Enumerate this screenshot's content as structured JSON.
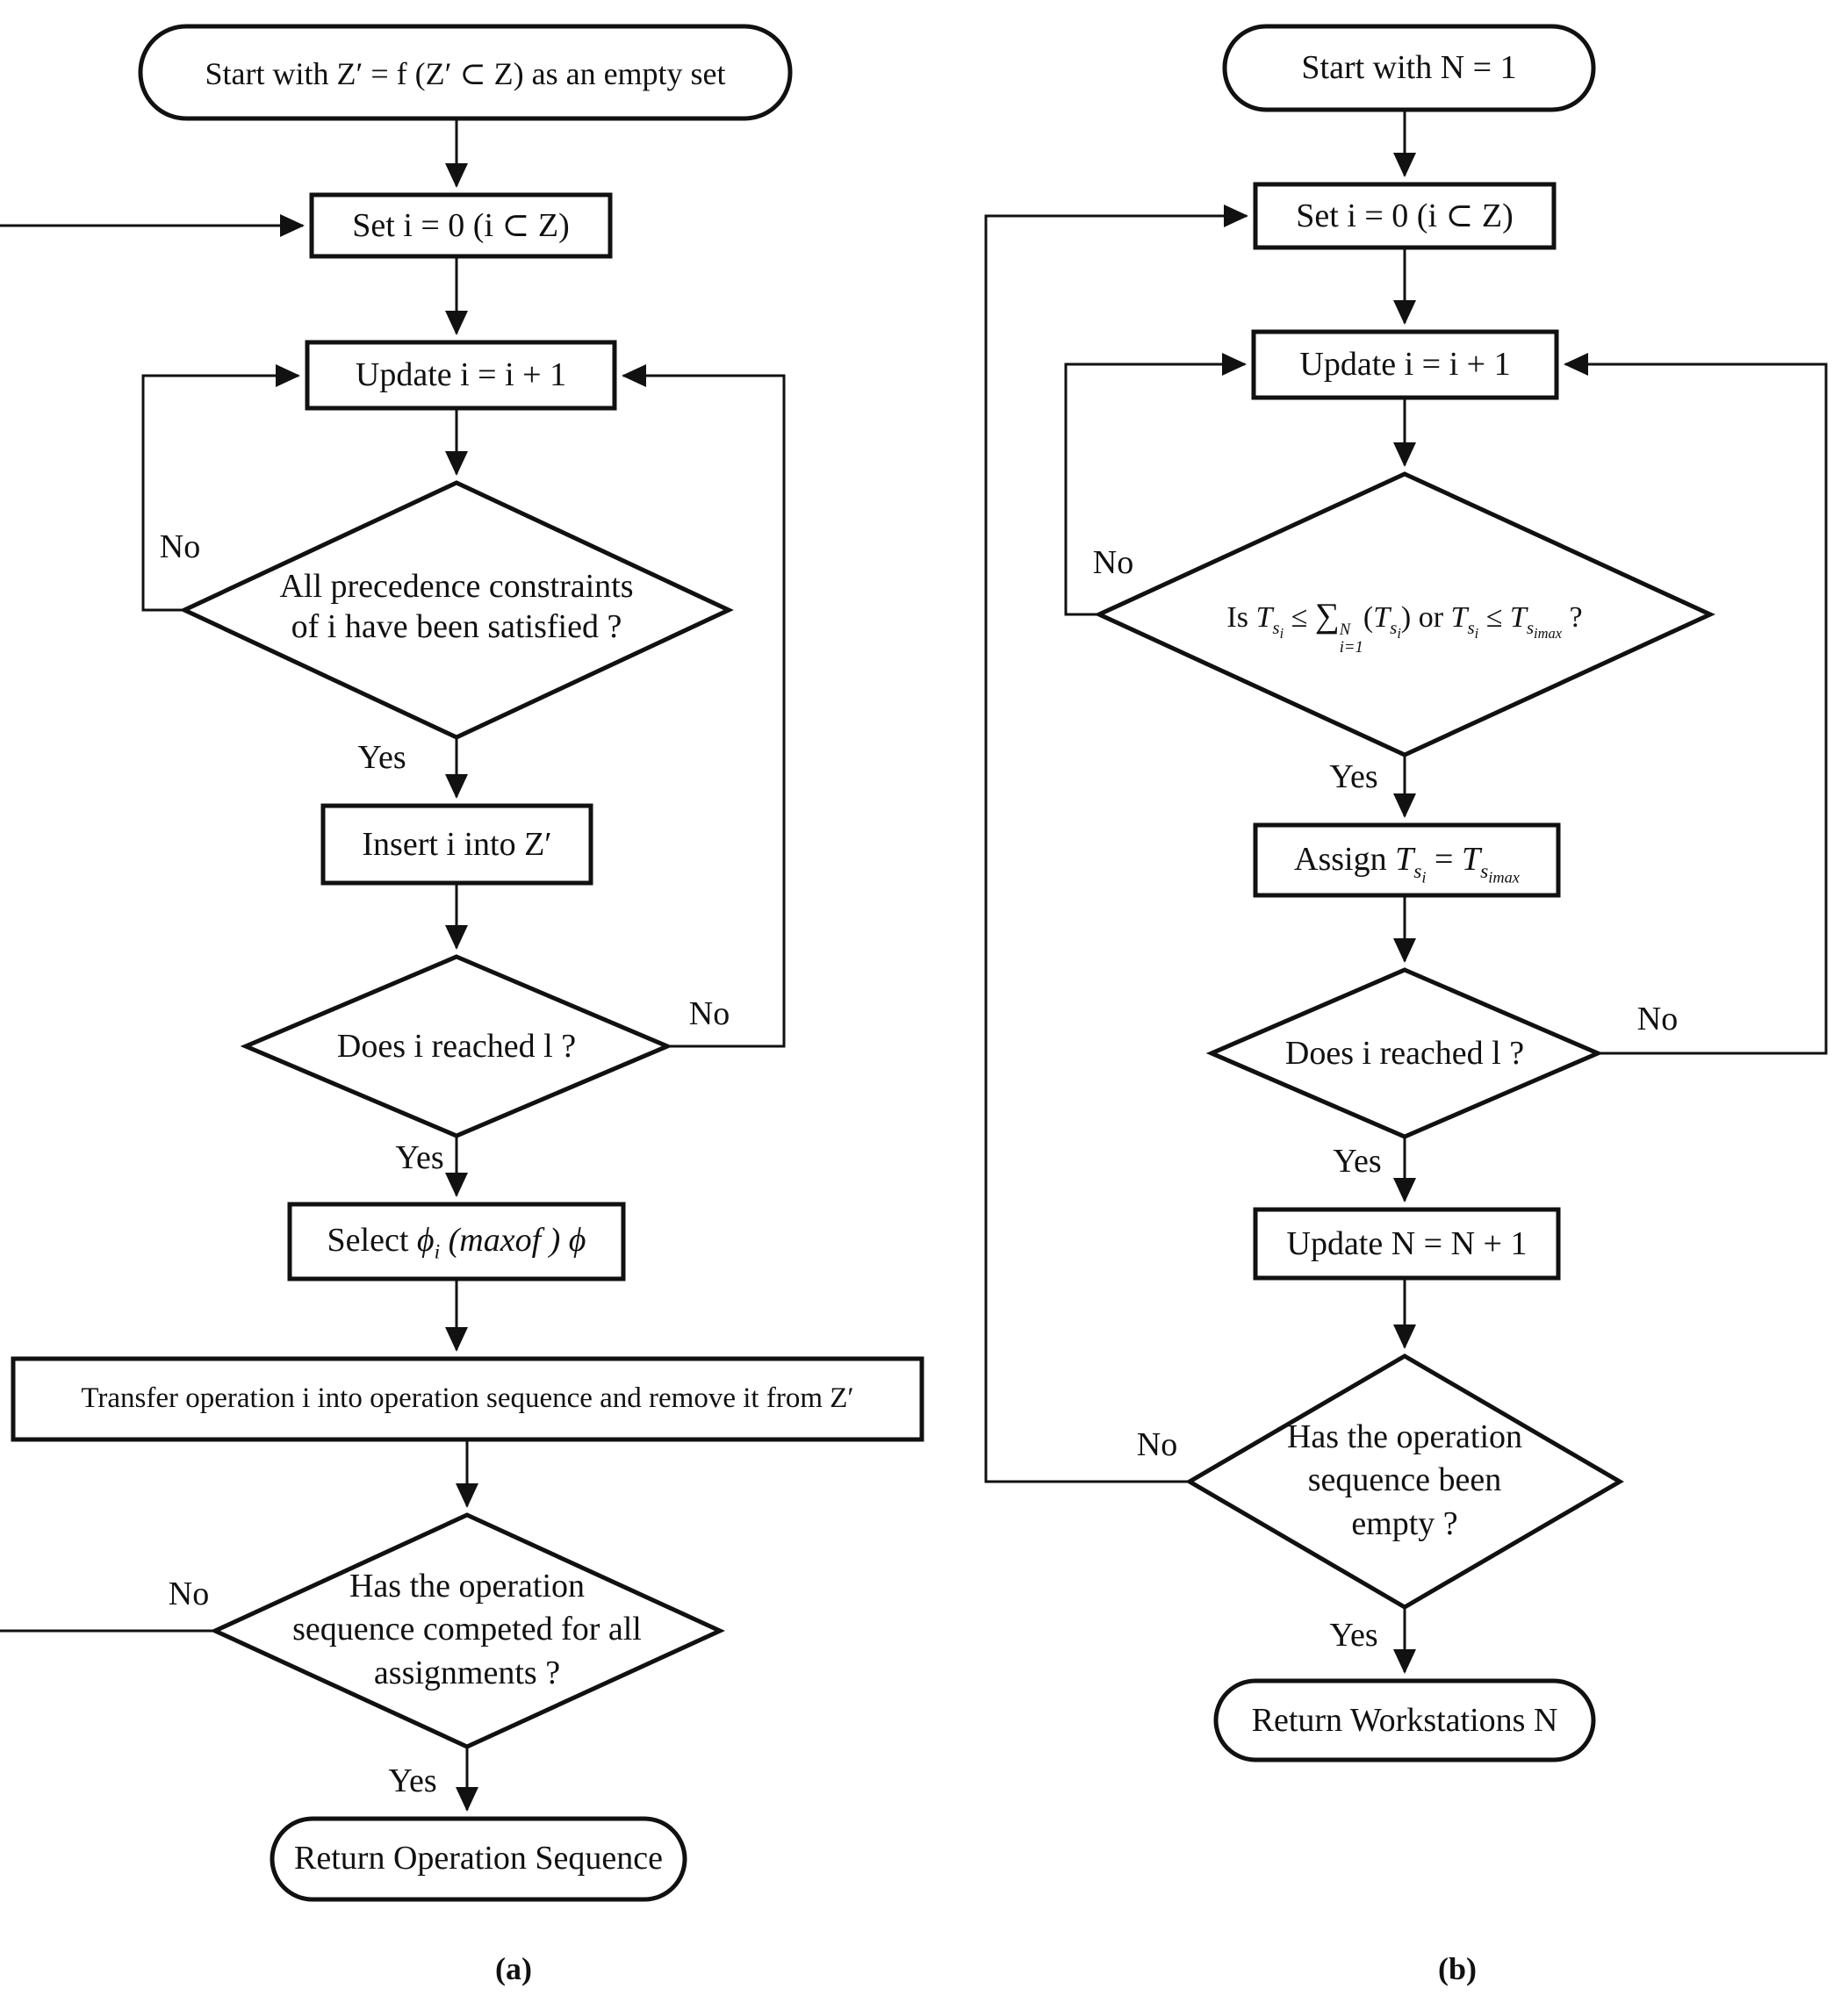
{
  "figure": {
    "labels": {
      "yes": "Yes",
      "no": "No"
    },
    "caption_a": "(a)",
    "caption_b": "(b)",
    "colors": {
      "stroke": "#111111",
      "background": "#ffffff"
    }
  },
  "chart_a": {
    "start": "Start with Z′ = f (Z′ ⊂ Z) as an empty set",
    "set": "Set i = 0 (i ⊂ Z)",
    "update": "Update i = i + 1",
    "precedence_q_line1": "All precedence constraints",
    "precedence_q_line2": "of i have been satisfied ?",
    "insert": "Insert i into Z′",
    "reached_q": "Does i reached l ?",
    "select": {
      "p1": "Select ",
      "phi": "ϕ",
      "sub_i": "i",
      "p2": " (maxof ) ",
      "phi2": "ϕ"
    },
    "transfer": "Transfer operation i into operation sequence and remove it from Z′",
    "completed_q_line1": "Has the operation",
    "completed_q_line2": "sequence competed for all",
    "completed_q_line3": "assignments ?",
    "return": "Return Operation Sequence"
  },
  "chart_b": {
    "start": "Start with N = 1",
    "set": "Set i = 0 (i ⊂ Z)",
    "update": "Update i = i + 1",
    "time_q": {
      "is": "Is ",
      "T": "T",
      "s": "s",
      "i": "i",
      "leq": " ≤ ",
      "sum": "∑",
      "sum_sup": "N",
      "sum_sub": "i=1",
      "lparen": "(",
      "rparen": ")",
      "or": " or ",
      "leq2": " ≤ ",
      "imax": "imax",
      "q": " ?"
    },
    "assign": {
      "p1": "Assign ",
      "T": "T",
      "s": "s",
      "i": "i",
      "eq": " = ",
      "imax": "imax"
    },
    "reached_q": "Does i reached l ?",
    "update_n": "Update N = N + 1",
    "empty_q_line1": "Has the operation",
    "empty_q_line2": "sequence been",
    "empty_q_line3": "empty ?",
    "return": "Return Workstations N"
  }
}
